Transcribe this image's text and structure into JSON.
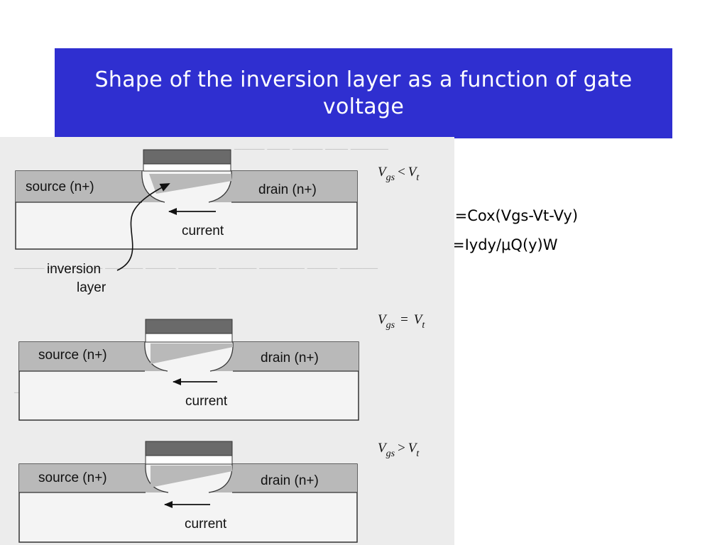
{
  "slide": {
    "title": "Shape of the inversion layer as a function of gate voltage",
    "equations": {
      "eq1": "y)=Cox(Vgs-Vt-Vy)",
      "eq2": "=Iydy/μQ(y)W"
    }
  },
  "diagram": {
    "panels": [
      {
        "condition": {
          "main": "V",
          "sub1": "gs",
          "op": "<",
          "main2": "V",
          "sub2": "t"
        },
        "source_label": "source (n+)",
        "drain_label": "drain (n+)",
        "current_label": "current",
        "inversion_label_line1": "inversion",
        "inversion_label_line2": "layer"
      },
      {
        "condition": {
          "main": "V",
          "sub1": "gs",
          "op": "=",
          "main2": "V",
          "sub2": "t"
        },
        "source_label": "source (n+)",
        "drain_label": "drain (n+)",
        "current_label": "current"
      },
      {
        "condition": {
          "main": "V",
          "sub1": "gs",
          "op": ">",
          "main2": "V",
          "sub2": "t"
        },
        "source_label": "source (n+)",
        "drain_label": "drain (n+)",
        "current_label": "current"
      }
    ]
  },
  "colors": {
    "title_background": "#2f2fd0",
    "title_text": "#ffffff",
    "gate": "#6a6a6a",
    "diffusion": "#b9b9b9",
    "scan_background": "#ececec"
  }
}
